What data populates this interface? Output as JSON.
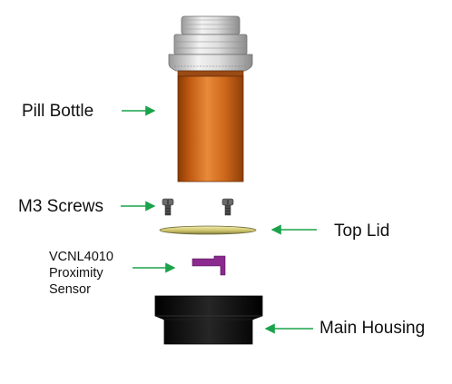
{
  "labels": {
    "pill_bottle": "Pill Bottle",
    "m3_screws": "M3 Screws",
    "top_lid": "Top Lid",
    "sensor_line1": "VCNL4010",
    "sensor_line2": "Proximity",
    "sensor_line3": "Sensor",
    "main_housing": "Main Housing"
  },
  "colors": {
    "arrow": "#1aa34a",
    "bottle_body": "#d2691e",
    "bottle_cap": "#d6d6d6",
    "lid": "#d6cf6a",
    "sensor": "#8b2a8f",
    "housing": "#111111",
    "screw": "#555555"
  }
}
